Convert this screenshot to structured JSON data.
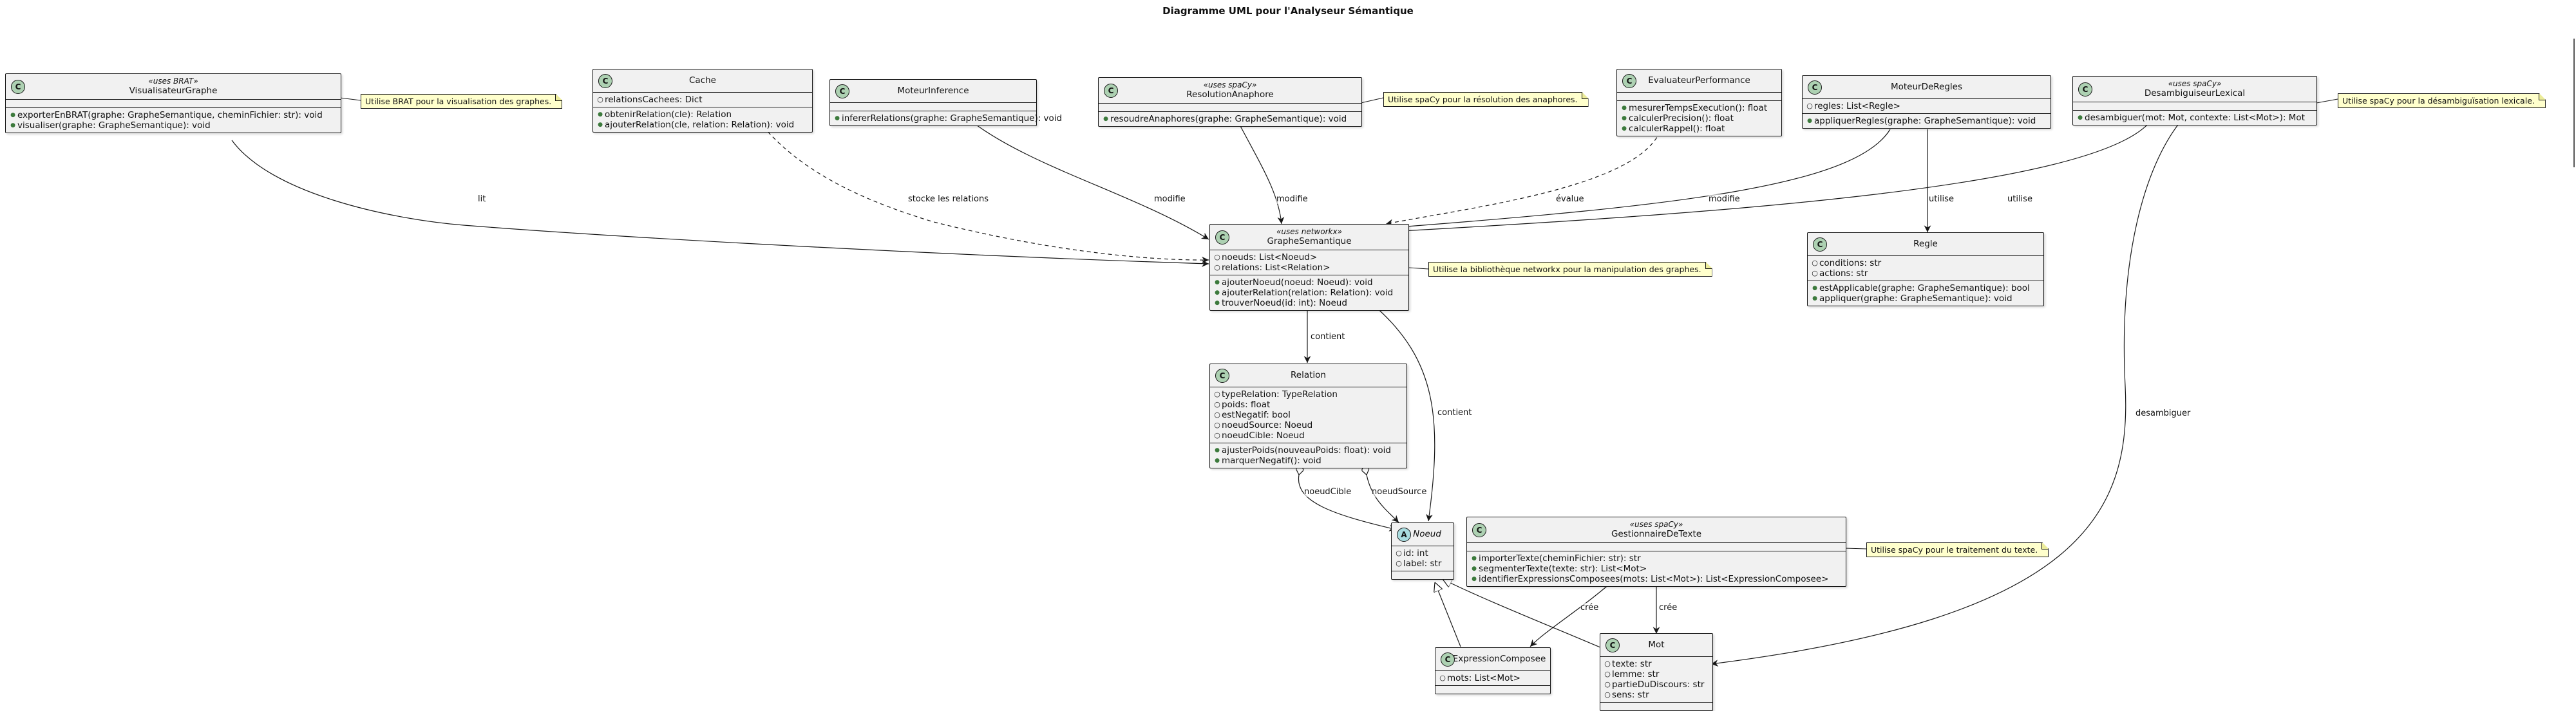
{
  "title": "Diagramme UML pour l'Analyseur Sémantique",
  "classes": {
    "visualisateur": {
      "name": "VisualisateurGraphe",
      "stereotype": "«uses BRAT»",
      "fields": [],
      "methods": [
        "exporterEnBRAT(graphe: GrapheSemantique, cheminFichier: str): void",
        "visualiser(graphe: GrapheSemantique): void"
      ]
    },
    "cache": {
      "name": "Cache",
      "stereotype": "",
      "fields": [
        "relationsCachees: Dict"
      ],
      "methods": [
        "obtenirRelation(cle): Relation",
        "ajouterRelation(cle, relation: Relation): void"
      ]
    },
    "moteurInference": {
      "name": "MoteurInference",
      "stereotype": "",
      "fields": [],
      "methods": [
        "infererRelations(graphe: GrapheSemantique): void"
      ]
    },
    "resolutionAnaphore": {
      "name": "ResolutionAnaphore",
      "stereotype": "«uses spaCy»",
      "fields": [],
      "methods": [
        "resoudreAnaphores(graphe: GrapheSemantique): void"
      ]
    },
    "evaluateur": {
      "name": "EvaluateurPerformance",
      "stereotype": "",
      "fields": [],
      "methods": [
        "mesurerTempsExecution(): float",
        "calculerPrecision(): float",
        "calculerRappel(): float"
      ]
    },
    "moteurRegles": {
      "name": "MoteurDeRegles",
      "stereotype": "",
      "fields": [
        "regles: List<Regle>"
      ],
      "methods": [
        "appliquerRegles(graphe: GrapheSemantique): void"
      ]
    },
    "desambiguiseur": {
      "name": "DesambiguiseurLexical",
      "stereotype": "«uses spaCy»",
      "fields": [],
      "methods": [
        "desambiguer(mot: Mot, contexte: List<Mot>): Mot"
      ]
    },
    "graphe": {
      "name": "GrapheSemantique",
      "stereotype": "«uses networkx»",
      "fields": [
        "noeuds: List<Noeud>",
        "relations: List<Relation>"
      ],
      "methods": [
        "ajouterNoeud(noeud: Noeud): void",
        "ajouterRelation(relation: Relation): void",
        "trouverNoeud(id: int): Noeud"
      ]
    },
    "regle": {
      "name": "Regle",
      "stereotype": "",
      "fields": [
        "conditions: str",
        "actions: str"
      ],
      "methods": [
        "estApplicable(graphe: GrapheSemantique): bool",
        "appliquer(graphe: GrapheSemantique): void"
      ]
    },
    "relation": {
      "name": "Relation",
      "stereotype": "",
      "fields": [
        "typeRelation: TypeRelation",
        "poids: float",
        "estNegatif: bool",
        "noeudSource: Noeud",
        "noeudCible: Noeud"
      ],
      "methods": [
        "ajusterPoids(nouveauPoids: float): void",
        "marquerNegatif(): void"
      ]
    },
    "noeud": {
      "name": "Noeud",
      "stereotype": "",
      "fields": [
        "id: int",
        "label: str"
      ],
      "methods": []
    },
    "gestionnaire": {
      "name": "GestionnaireDeTexte",
      "stereotype": "«uses spaCy»",
      "fields": [],
      "methods": [
        "importerTexte(cheminFichier: str): str",
        "segmenterTexte(texte: str): List<Mot>",
        "identifierExpressionsComposees(mots: List<Mot>): List<ExpressionComposee>"
      ]
    },
    "expression": {
      "name": "ExpressionComposee",
      "stereotype": "",
      "fields": [
        "mots: List<Mot>"
      ],
      "methods": []
    },
    "mot": {
      "name": "Mot",
      "stereotype": "",
      "fields": [
        "texte: str",
        "lemme: str",
        "partieDuDiscours: str",
        "sens: str"
      ],
      "methods": []
    }
  },
  "notes": {
    "brat": "Utilise BRAT pour la visualisation des graphes.",
    "anaphore": "Utilise spaCy pour la résolution des anaphores.",
    "desamb": "Utilise spaCy pour la désambiguïsation lexicale.",
    "networkx": "Utilise la bibliothèque networkx pour la manipulation des graphes.",
    "texte": "Utilise spaCy pour le traitement du texte."
  },
  "edge_labels": {
    "lit": "lit",
    "stocke": "stocke les relations",
    "modifie1": "modifie",
    "modifie2": "modifie",
    "evalue": "évalue",
    "modifie3": "modifie",
    "utilise1": "utilise",
    "utilise2": "utilise",
    "contient1": "contient",
    "contient2": "contient",
    "noeudCible": "noeudCible",
    "noeudSource": "noeudSource",
    "desambiguer": "desambiguer",
    "cree1": "crée",
    "cree2": "crée"
  }
}
